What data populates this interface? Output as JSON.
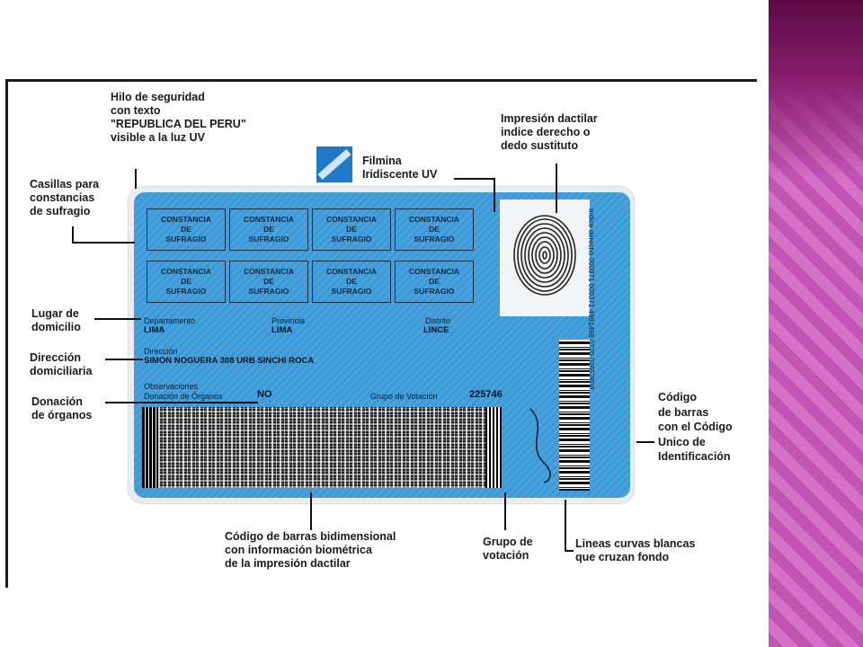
{
  "labels": {
    "hilo": "Hilo de seguridad\ncon texto\n\"REPUBLICA DEL PERU\"\nvisible a la luz UV",
    "filmina": "Filmina\nIridiscente UV",
    "impresion": "Impresión dactilar\nindice derecho o\ndedo sustituto",
    "casillas": "Casillas para\nconstancias\nde sufragio",
    "lugar": "Lugar de\ndomicilio",
    "direccion": "Dirección\ndomiciliaria",
    "donacion": "Donación\nde órganos",
    "codigo_barras": "Código\nde barras\ncon el Código\nUnico de\nIdentificación",
    "bidimensional": "Código de barras bidimensional\ncon información biométrica\nde la impresión dactilar",
    "grupo": "Grupo de\nvotación",
    "lineas": "Lineas curvas blancas\nque cruzan fondo"
  },
  "card": {
    "constancia": "CONSTANCIA\nDE\nSUFRAGIO",
    "departamento_label": "Departamento",
    "departamento": "LIMA",
    "provincia_label": "Provincia",
    "provincia": "LIMA",
    "distrito_label": "Distrito",
    "distrito": "LINCE",
    "direccion_label": "Dirección",
    "direccion": "SIMON NOGUERA 308  URB SINCHI ROCA",
    "observaciones_label": "Observaciones",
    "donacion_label": "Donación de Órganos",
    "donacion": "NO",
    "grupo_label": "Grupo de Votación",
    "grupo": "225746",
    "vertical": "Indice derecho      000371   000371   4991498   0220   02652808"
  }
}
